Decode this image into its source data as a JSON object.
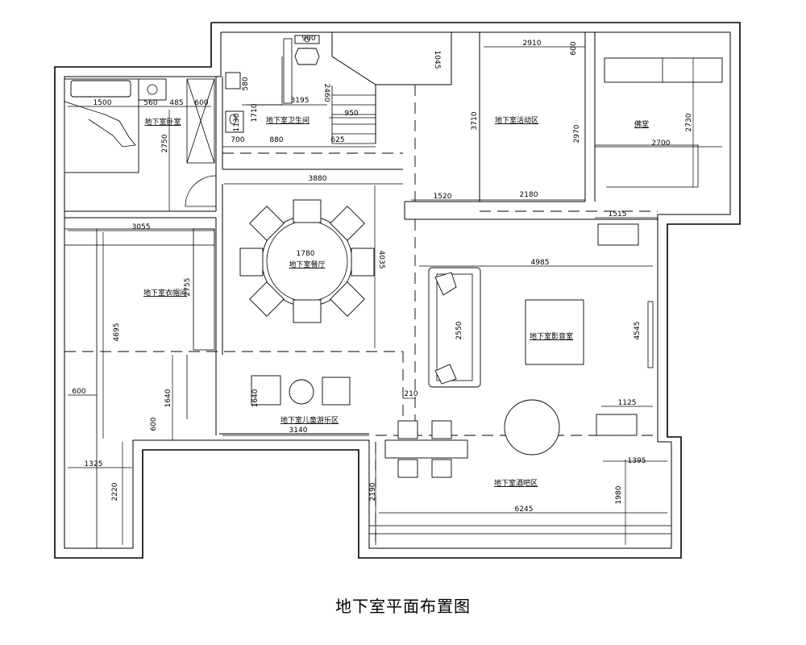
{
  "title": "地下室平面布置图",
  "rooms": {
    "bedroom": "地下室卧室",
    "bathroom": "地下室卫生间",
    "activity": "地下室活动区",
    "shrine": "佛堂",
    "closet": "地下室衣帽间",
    "dining": "地下室餐厅",
    "cinema": "地下室影音室",
    "kids": "地下室儿童游乐区",
    "bar": "地下室酒吧区"
  },
  "dims": {
    "d900": "900",
    "d1045": "1045",
    "d2910": "2910",
    "d600a": "600",
    "d1500": "1500",
    "d560": "560",
    "d485": "485",
    "d600b": "600",
    "d580": "580",
    "d3195": "3195",
    "d2460": "2460",
    "d1710": "1710",
    "d950": "950",
    "d3710": "3710",
    "d2970": "2970",
    "d2730": "2730",
    "d2700": "2700",
    "d2750": "2750",
    "d1130": "1130",
    "d700": "700",
    "d880": "880",
    "d625": "625",
    "d3880": "3880",
    "d1520": "1520",
    "d2180": "2180",
    "d1515": "1515",
    "d3055": "3055",
    "d1780": "1780",
    "d4035": "4035",
    "d4985": "4985",
    "d2755": "2755",
    "d4695": "4695",
    "d2550": "2550",
    "d4545": "4545",
    "d600c": "600",
    "d1640a": "1640",
    "d1640b": "1640",
    "d210": "210",
    "d1125": "1125",
    "d600d": "600",
    "d3140": "3140",
    "d1325": "1325",
    "d1395": "1395",
    "d2220": "2220",
    "d2190": "2190",
    "d6245": "6245",
    "d1980": "1980"
  }
}
